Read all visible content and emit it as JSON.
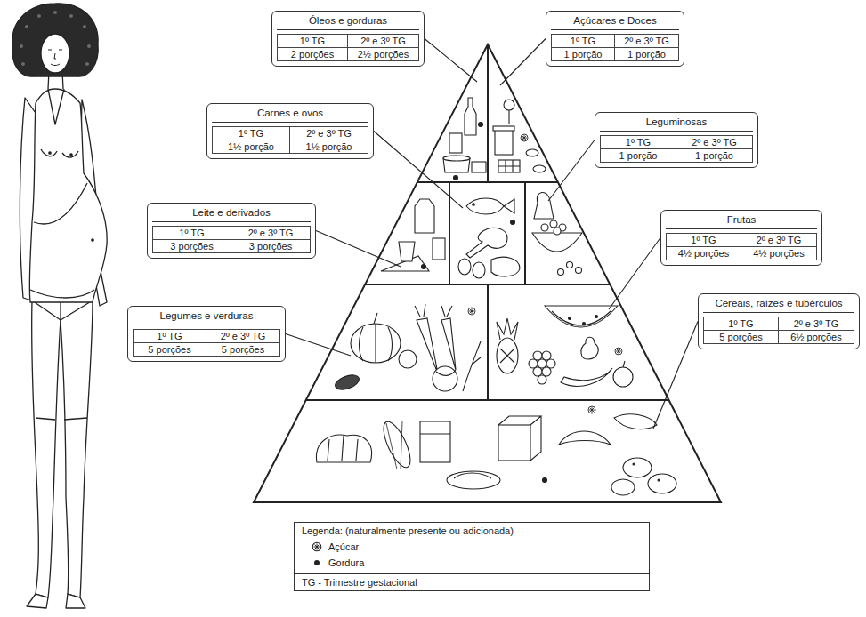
{
  "diagram": {
    "nodes": [
      {
        "text": [
          "Óleos e gorduras",
          "1º TG",
          "2º e 3º TG",
          "2 porções",
          "2½ porções"
        ]
      },
      {
        "text": [
          "Açúcares e Doces",
          "1º TG",
          "2º e 3º TG",
          "1 porção",
          "1 porção"
        ]
      },
      {
        "text": [
          "Carnes e ovos",
          "1º TG",
          "2º e 3º TG",
          "1½ porção",
          "1½ porção"
        ]
      },
      {
        "text": [
          "Leguminosas",
          "1º TG",
          "2º e 3º TG",
          "1 porção",
          "1 porção"
        ]
      },
      {
        "text": [
          "Leite e derivados",
          "1º TG",
          "2º e 3º TG",
          "3 porções",
          "3 porções"
        ]
      },
      {
        "text": [
          "Frutas",
          "1º TG",
          "2º e 3º TG",
          "4½ porções",
          "4½ porções"
        ]
      },
      {
        "text": [
          "Legumes e verduras",
          "1º TG",
          "2º e 3º TG",
          "5 porções",
          "5 porções"
        ]
      },
      {
        "text": [
          "Cereais, raízes e tubérculos",
          "1º TG",
          "2º e 3º TG",
          "5 porções",
          "6½ porções"
        ]
      }
    ],
    "labels": [
      "Legenda: (naturalmente presente ou adicionada)",
      "TG - Trimestre gestacional"
    ],
    "legend": [
      {
        "text": "Açúcar"
      },
      {
        "text": "Gordura"
      }
    ]
  }
}
